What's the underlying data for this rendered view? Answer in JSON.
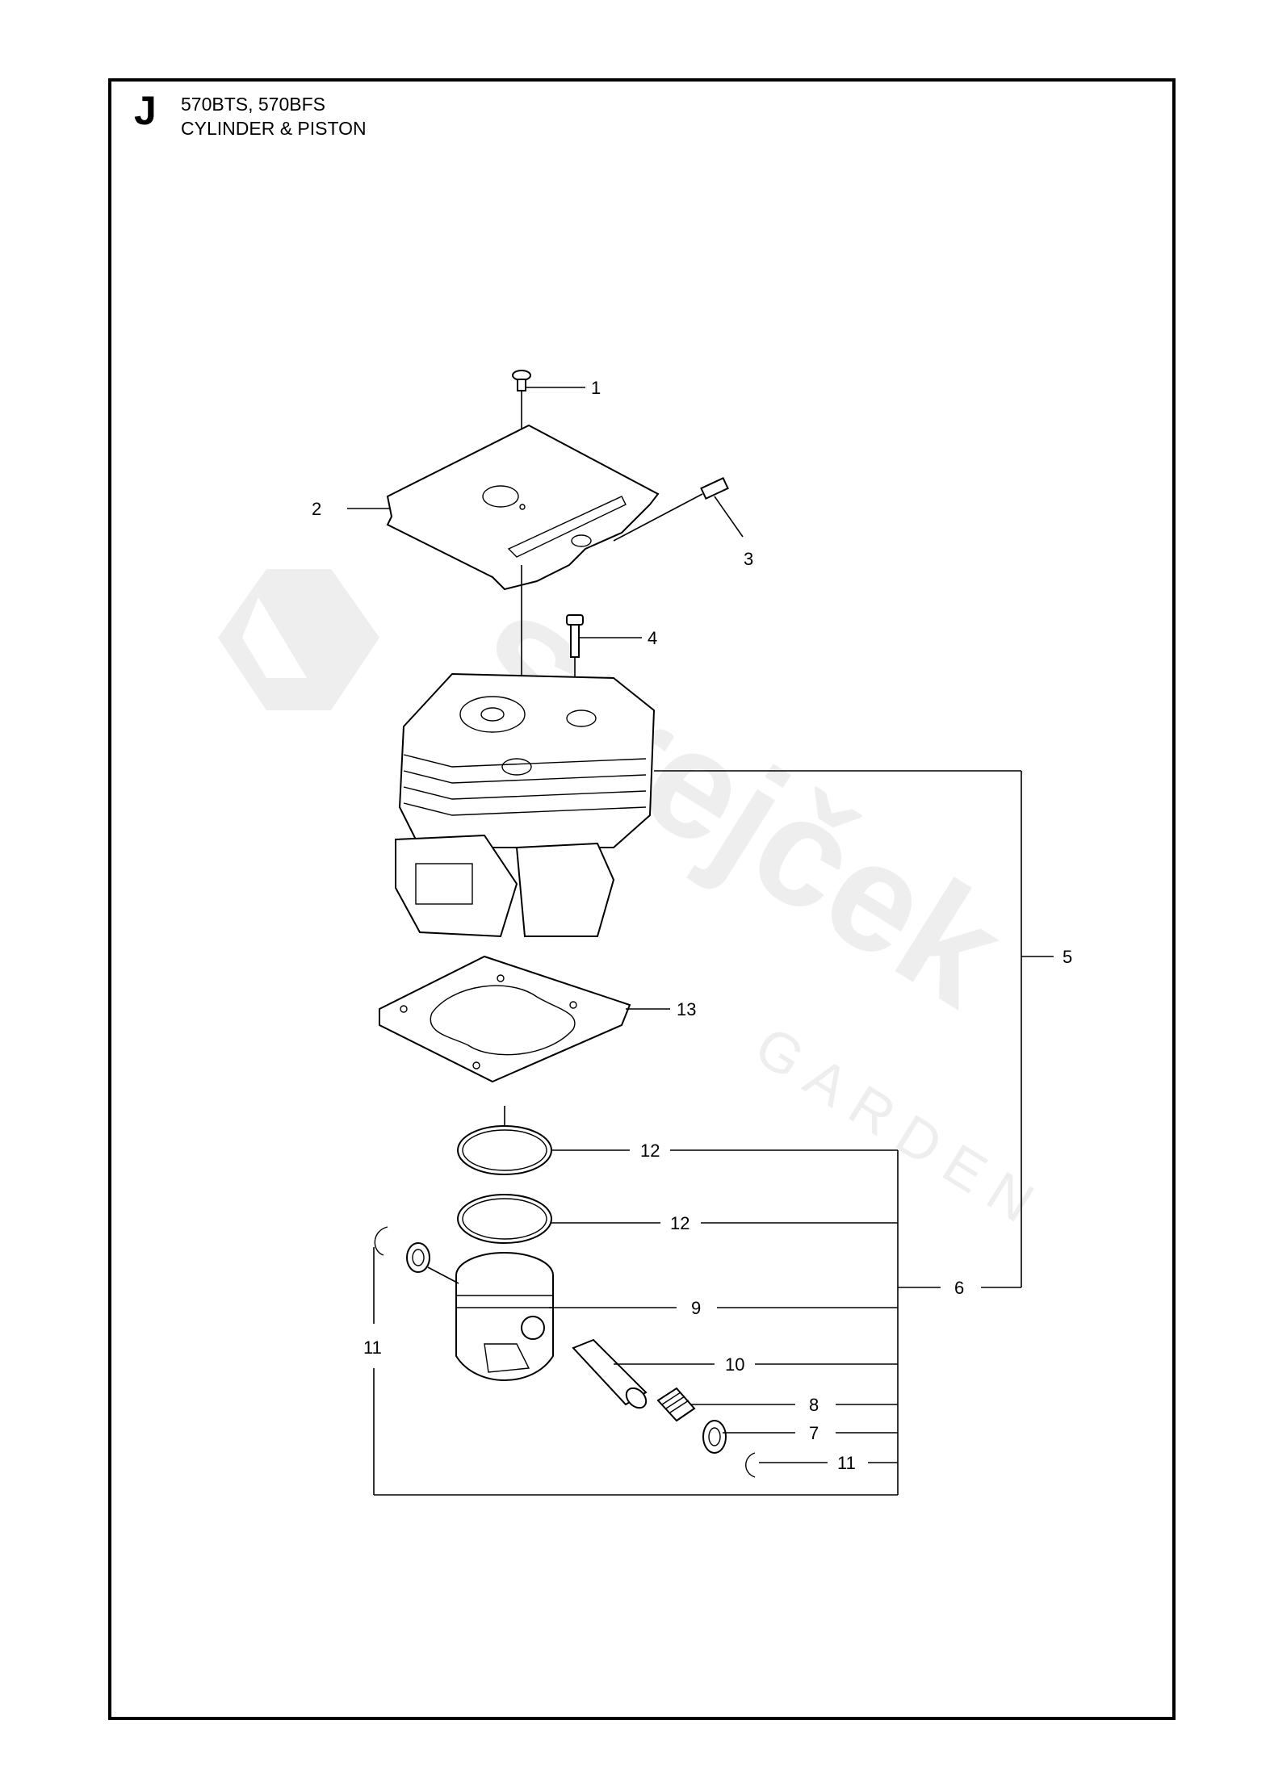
{
  "header": {
    "section_letter": "J",
    "models": "570BTS, 570BFS",
    "title": "CYLINDER & PISTON"
  },
  "watermark": {
    "brand": "Strejček",
    "sub": "GARDEN"
  },
  "callouts": {
    "c1": "1",
    "c2": "2",
    "c3": "3",
    "c4": "4",
    "c5": "5",
    "c6": "6",
    "c7": "7",
    "c8": "8",
    "c9": "9",
    "c10": "10",
    "c11a": "11",
    "c11b": "11",
    "c12a": "12",
    "c12b": "12",
    "c13": "13"
  }
}
